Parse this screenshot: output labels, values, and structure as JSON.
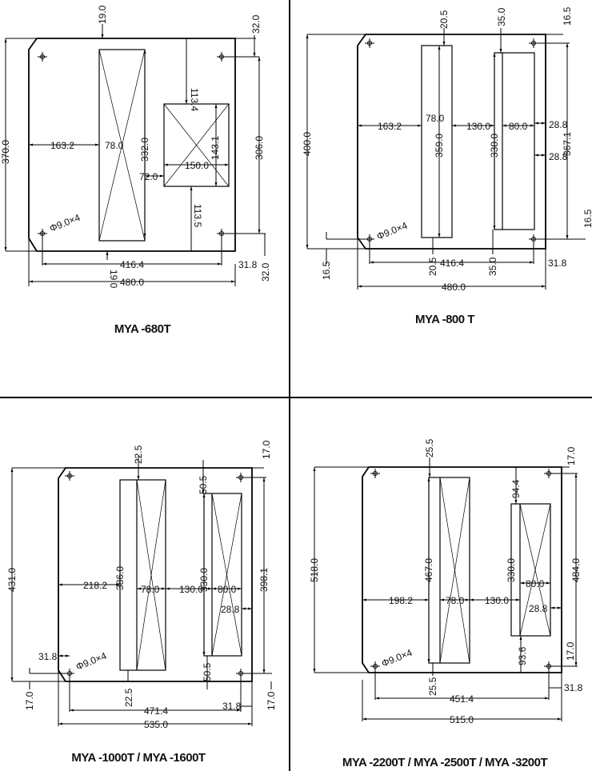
{
  "panels": [
    {
      "title": "MYA -680T",
      "dims": [
        "19.0",
        "32.0",
        "113.4",
        "370.0",
        "163.2",
        "78.0",
        "332.0",
        "143.1",
        "306.0",
        "150.0",
        "72.0",
        "Φ9.0×4",
        "113.5",
        "19.0",
        "416.4",
        "31.8",
        "32.0",
        "480.0"
      ]
    },
    {
      "title": "MYA -800 T",
      "dims": [
        "20.5",
        "35.0",
        "16.5",
        "400.0",
        "163.2",
        "78.0",
        "359.0",
        "130.0",
        "330.0",
        "80.0",
        "28.8",
        "367.1",
        "28.8",
        "16.5",
        "16.5",
        "Φ9.0×4",
        "20.5",
        "35.0",
        "416.4",
        "31.8",
        "480.0"
      ]
    },
    {
      "title": "MYA -1000T / MYA -1600T",
      "dims": [
        "22.5",
        "17.0",
        "50.5",
        "431.0",
        "218.2",
        "386.0",
        "78.0",
        "130.0",
        "330.0",
        "80.0",
        "28.8",
        "398.1",
        "31.8",
        "Φ9.0×4",
        "50.5",
        "22.5",
        "17.0",
        "17.0",
        "471.4",
        "31.8",
        "535.0"
      ]
    },
    {
      "title": "MYA -2200T / MYA -2500T / MYA -3200T",
      "dims": [
        "25.5",
        "17.0",
        "94.4",
        "518.0",
        "467.0",
        "330.0",
        "484.0",
        "198.2",
        "78.0",
        "130.0",
        "80.0",
        "28.8",
        "17.0",
        "93.6",
        "Φ9.0×4",
        "25.5",
        "451.4",
        "31.8",
        "515.0"
      ]
    }
  ]
}
